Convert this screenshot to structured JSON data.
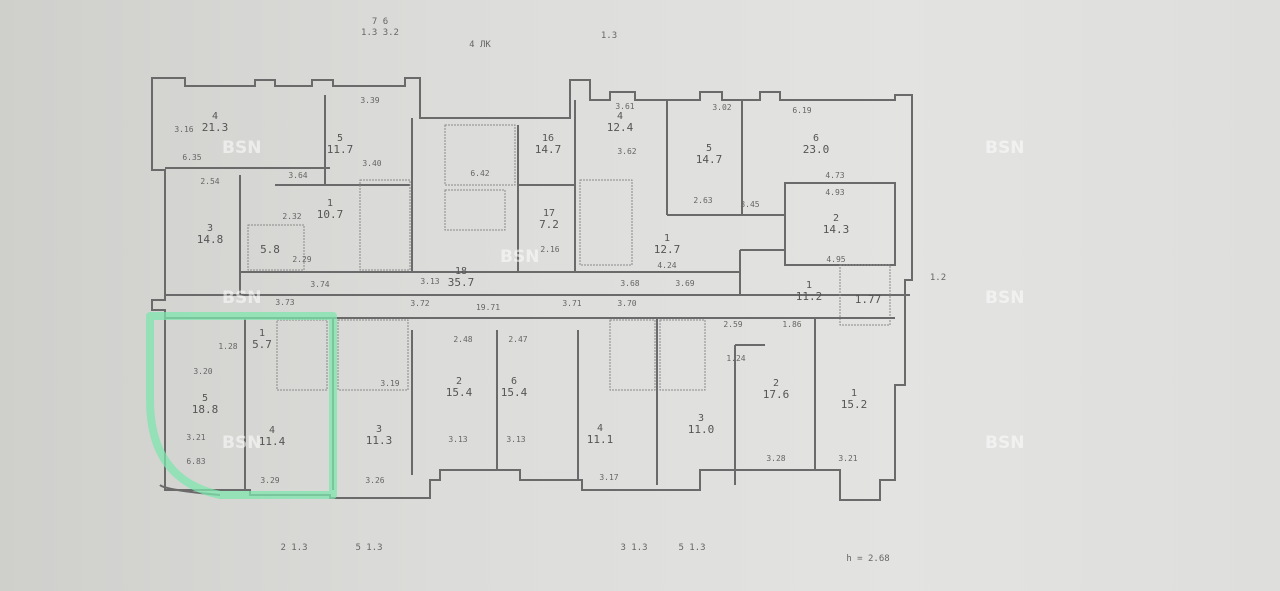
{
  "captions": {
    "top_left": "1.3 3.2",
    "top_left_num": "7 6",
    "section": "4 ЛК",
    "top_mid": "1.3",
    "right": "1.2",
    "bottom": [
      "2 1.3",
      "5 1.3",
      "3 1.3",
      "5 1.3"
    ],
    "ceiling_height": "h = 2.68"
  },
  "rooms": [
    {
      "num": "4",
      "area": "21.3"
    },
    {
      "num": "5",
      "area": "11.7"
    },
    {
      "num": "3",
      "area": "14.8"
    },
    {
      "num": "1",
      "area": "10.7"
    },
    {
      "num": "",
      "area": "5.8"
    },
    {
      "num": "16",
      "area": "14.7"
    },
    {
      "num": "17",
      "area": "7.2"
    },
    {
      "num": "18",
      "area": "35.7"
    },
    {
      "num": "4",
      "area": "12.4"
    },
    {
      "num": "5",
      "area": "14.7"
    },
    {
      "num": "6",
      "area": "23.0"
    },
    {
      "num": "1",
      "area": "12.7"
    },
    {
      "num": "2",
      "area": "14.3"
    },
    {
      "num": "1",
      "area": "11.2"
    },
    {
      "num": "",
      "area": "1.77"
    },
    {
      "num": "5",
      "area": "18.8"
    },
    {
      "num": "1",
      "area": "5.7"
    },
    {
      "num": "4",
      "area": "11.4"
    },
    {
      "num": "3",
      "area": "11.3"
    },
    {
      "num": "2",
      "area": "15.4"
    },
    {
      "num": "6",
      "area": "15.4"
    },
    {
      "num": "4",
      "area": "11.1"
    },
    {
      "num": "3",
      "area": "11.0"
    },
    {
      "num": "2",
      "area": "17.6"
    },
    {
      "num": "1",
      "area": "15.2"
    }
  ],
  "dimensions": [
    "3.39",
    "3.16",
    "6.35",
    "3.64",
    "3.40",
    "2.54",
    "2.32",
    "2.29",
    "3.74",
    "3.73",
    "3.72",
    "19.71",
    "3.71",
    "3.70",
    "3.68",
    "3.69",
    "3.61",
    "3.62",
    "3.02",
    "6.19",
    "4.73",
    "4.93",
    "4.95",
    "3.45",
    "2.63",
    "4.24",
    "6.42",
    "3.13",
    "2.16",
    "3.20",
    "3.21",
    "3.29",
    "3.26",
    "3.19",
    "2.48",
    "2.47",
    "3.13",
    "3.13",
    "3.17",
    "3.28",
    "3.21",
    "1.86",
    "2.59",
    "1.24",
    "1.28",
    "6.83"
  ],
  "watermark": "BSN",
  "colors": {
    "highlight": "#7fe6ae"
  }
}
